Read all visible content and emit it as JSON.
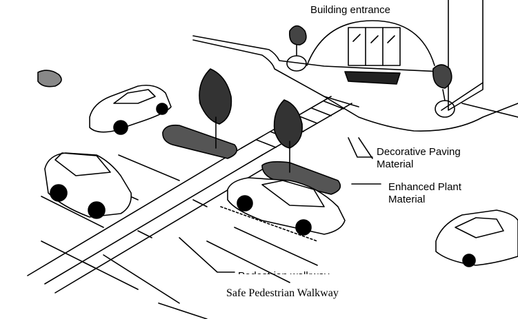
{
  "labels": {
    "building_entrance": "Building entrance",
    "decorative_paving_1": "Decorative Paving",
    "decorative_paving_2": "Material",
    "enhanced_plant_1": "Enhanced Plant",
    "enhanced_plant_2": "Material",
    "pedestrian_partial": "Pedestrian  walkway"
  },
  "caption": "Safe Pedestrian Walkway",
  "colors": {
    "ink": "#000000",
    "paper": "#ffffff"
  },
  "icons": [
    "car-icon",
    "tree-icon",
    "planter-icon",
    "door-icon"
  ]
}
